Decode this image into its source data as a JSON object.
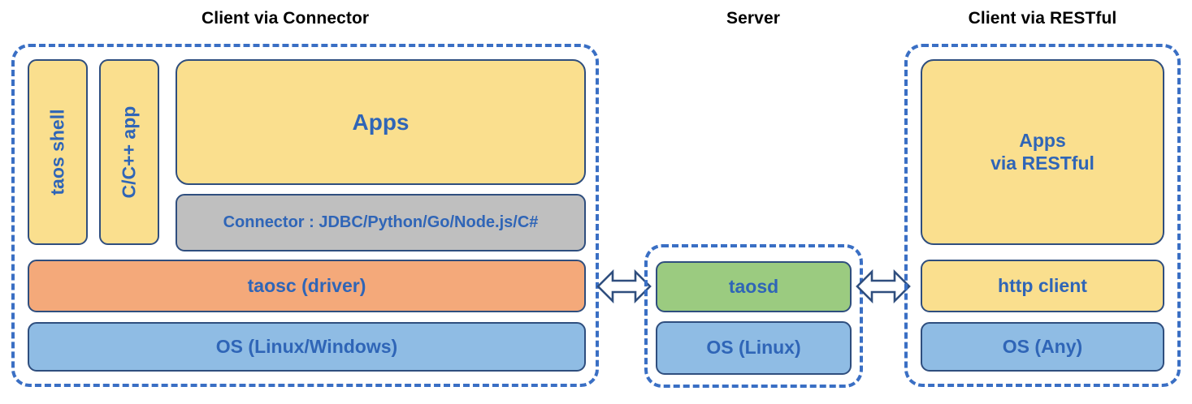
{
  "diagram": {
    "title_color": "#000000",
    "box_text_color": "#2F65B7",
    "dashed_border_color": "#3A6FC4",
    "box_border_color": "#2F4E7E",
    "palette": {
      "yellow": "#FADF8E",
      "orange": "#F4A97A",
      "green": "#9BCB80",
      "blue": "#8FBCE4",
      "gray": "#BFBFBF"
    }
  },
  "sections": {
    "client_connector": {
      "title": "Client via Connector",
      "taos_shell": "taos shell",
      "cpp_app": "C/C++ app",
      "apps": "Apps",
      "connector": "Connector : JDBC/Python/Go/Node.js/C#",
      "taosc": "taosc (driver)",
      "os": "OS (Linux/Windows)"
    },
    "server": {
      "title": "Server",
      "taosd": "taosd",
      "os": "OS (Linux)"
    },
    "client_restful": {
      "title": "Client via RESTful",
      "apps_line1": "Apps",
      "apps_line2": "via RESTful",
      "http_client": "http client",
      "os": "OS (Any)"
    }
  },
  "connections": [
    {
      "name": "client-connector-to-server",
      "type": "double-headed-arrow"
    },
    {
      "name": "server-to-client-restful",
      "type": "double-headed-arrow"
    }
  ]
}
